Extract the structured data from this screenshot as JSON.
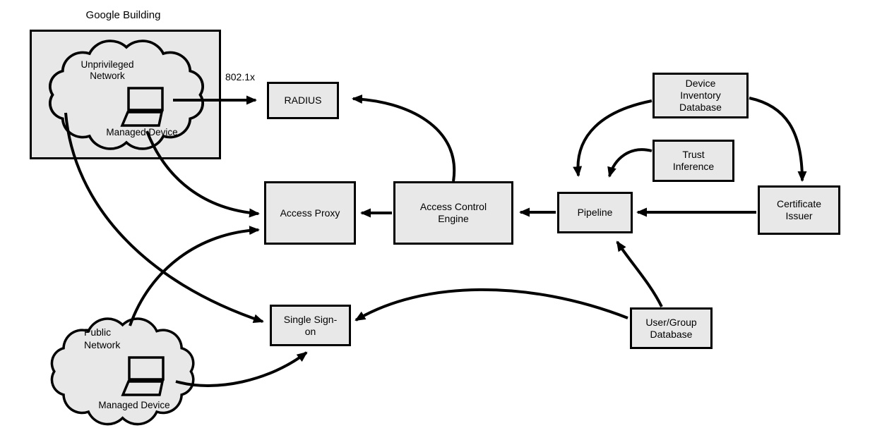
{
  "diagram": {
    "building": {
      "title": "Google Building"
    },
    "clouds": {
      "unprivileged": {
        "line1": "Unprivileged",
        "line2": "Network",
        "device_label": "Managed Device"
      },
      "public": {
        "line1": "Public",
        "line2": "Network",
        "device_label": "Managed Device"
      }
    },
    "nodes": {
      "radius": {
        "line1": "RADIUS"
      },
      "access_proxy": {
        "line1": "Access Proxy"
      },
      "access_control_engine": {
        "line1": "Access Control",
        "line2": "Engine"
      },
      "pipeline": {
        "line1": "Pipeline"
      },
      "certificate_issuer": {
        "line1": "Certificate",
        "line2": "Issuer"
      },
      "device_inventory_database": {
        "line1": "Device",
        "line2": "Inventory",
        "line3": "Database"
      },
      "trust_inference": {
        "line1": "Trust",
        "line2": "Inference"
      },
      "single_sign_on": {
        "line1": "Single Sign-",
        "line2": "on"
      },
      "user_group_database": {
        "line1": "User/Group",
        "line2": "Database"
      }
    },
    "edge_labels": {
      "radius_protocol": "802.1x"
    },
    "colors": {
      "background": "#ffffff",
      "node_fill": "#e8e8e8",
      "stroke": "#000000",
      "text": "#000000"
    }
  }
}
